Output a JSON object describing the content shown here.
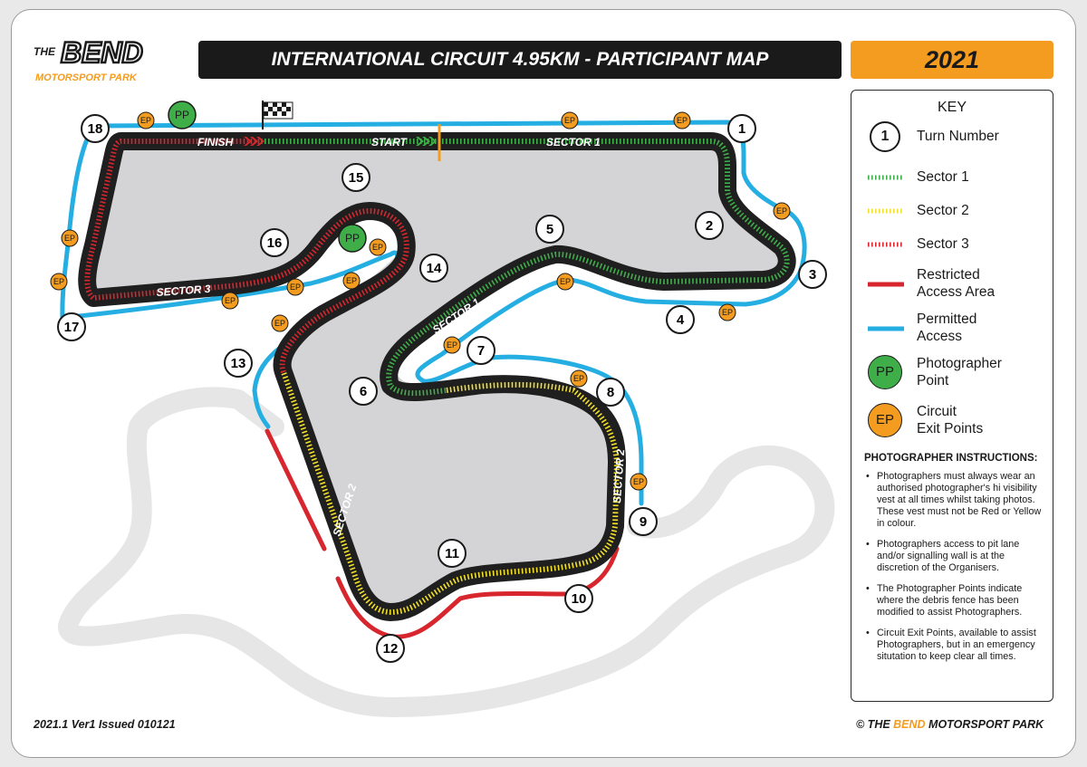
{
  "title": "INTERNATIONAL CIRCUIT 4.95KM - PARTICIPANT MAP",
  "year": "2021",
  "logo": {
    "top": "THE",
    "main": "BEND",
    "bottom": "MOTORSPORT PARK"
  },
  "colors": {
    "accent": "#f39c1f",
    "track": "#1f1f1f",
    "sector1": "#3fae49",
    "sector2": "#f2e02a",
    "sector3": "#d8262e",
    "restricted": "#d8262e",
    "permitted": "#25aee2",
    "photographer": "#3fae49",
    "exit": "#f39c1f",
    "infield": "#d4d4d6"
  },
  "track_labels": {
    "finish": "FINISH",
    "start": "START",
    "sector1_top": "SECTOR 1",
    "sector1_diag": "SECTOR 1",
    "sector2_left": "SECTOR 2",
    "sector2_right": "SECTOR 2",
    "sector3": "SECTOR 3"
  },
  "turns": [
    "1",
    "2",
    "3",
    "4",
    "5",
    "6",
    "7",
    "8",
    "9",
    "10",
    "11",
    "12",
    "13",
    "14",
    "15",
    "16",
    "17",
    "18"
  ],
  "markers": {
    "pp": "PP",
    "ep": "EP"
  },
  "key": {
    "title": "KEY",
    "turn_symbol": "1",
    "turn_label": "Turn Number",
    "sector1": "Sector 1",
    "sector2": "Sector 2",
    "sector3": "Sector 3",
    "restricted": "Restricted\nAccess Area",
    "permitted": "Permitted\nAccess",
    "pp_symbol": "PP",
    "pp_label": "Photographer\nPoint",
    "ep_symbol": "EP",
    "ep_label": "Circuit\nExit Points"
  },
  "instructions": {
    "title": "PHOTOGRAPHER INSTRUCTIONS:",
    "bullet": "•",
    "items": [
      "Photographers must always wear an authorised photographer's hi visibility vest at all times whilst taking photos. These vest must not be Red or Yellow in colour.",
      "Photographers access to pit lane and/or signalling wall is at the discretion of the Organisers.",
      "The Photographer Points indicate where the debris fence has been modified to assist Photographers.",
      "Circuit Exit Points, available to assist Photographers, but in an emergency situtation to keep clear all times."
    ]
  },
  "footer": {
    "issue": "2021.1 Ver1 Issued 010121",
    "copyright_pre": "© THE ",
    "copyright_accent": "BEND",
    "copyright_post": " MOTORSPORT PARK"
  }
}
